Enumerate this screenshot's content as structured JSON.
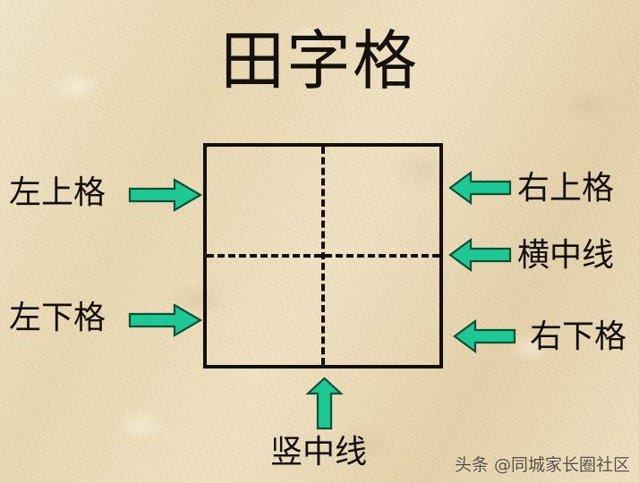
{
  "page": {
    "title": "田字格",
    "background_color": "#ebdcba",
    "ink_color": "#130f0a",
    "arrow_fill": "#1ec894",
    "arrow_stroke": "#0b4f36"
  },
  "grid": {
    "name": "tian-zi-ge",
    "vertical_center_line_style": "dashed",
    "horizontal_center_line_style": "dashed",
    "border_style": "solid"
  },
  "annotations": [
    {
      "id": "top-left-cell",
      "label": "左上格",
      "arrow": "right"
    },
    {
      "id": "top-right-cell",
      "label": "右上格",
      "arrow": "left"
    },
    {
      "id": "horizontal-mid-line",
      "label": "横中线",
      "arrow": "left"
    },
    {
      "id": "bottom-left-cell",
      "label": "左下格",
      "arrow": "right"
    },
    {
      "id": "bottom-right-cell",
      "label": "右下格",
      "arrow": "left"
    },
    {
      "id": "vertical-mid-line",
      "label": "竖中线",
      "arrow": "up"
    }
  ],
  "watermark": {
    "text": "头条 @同城家长圈社区"
  }
}
